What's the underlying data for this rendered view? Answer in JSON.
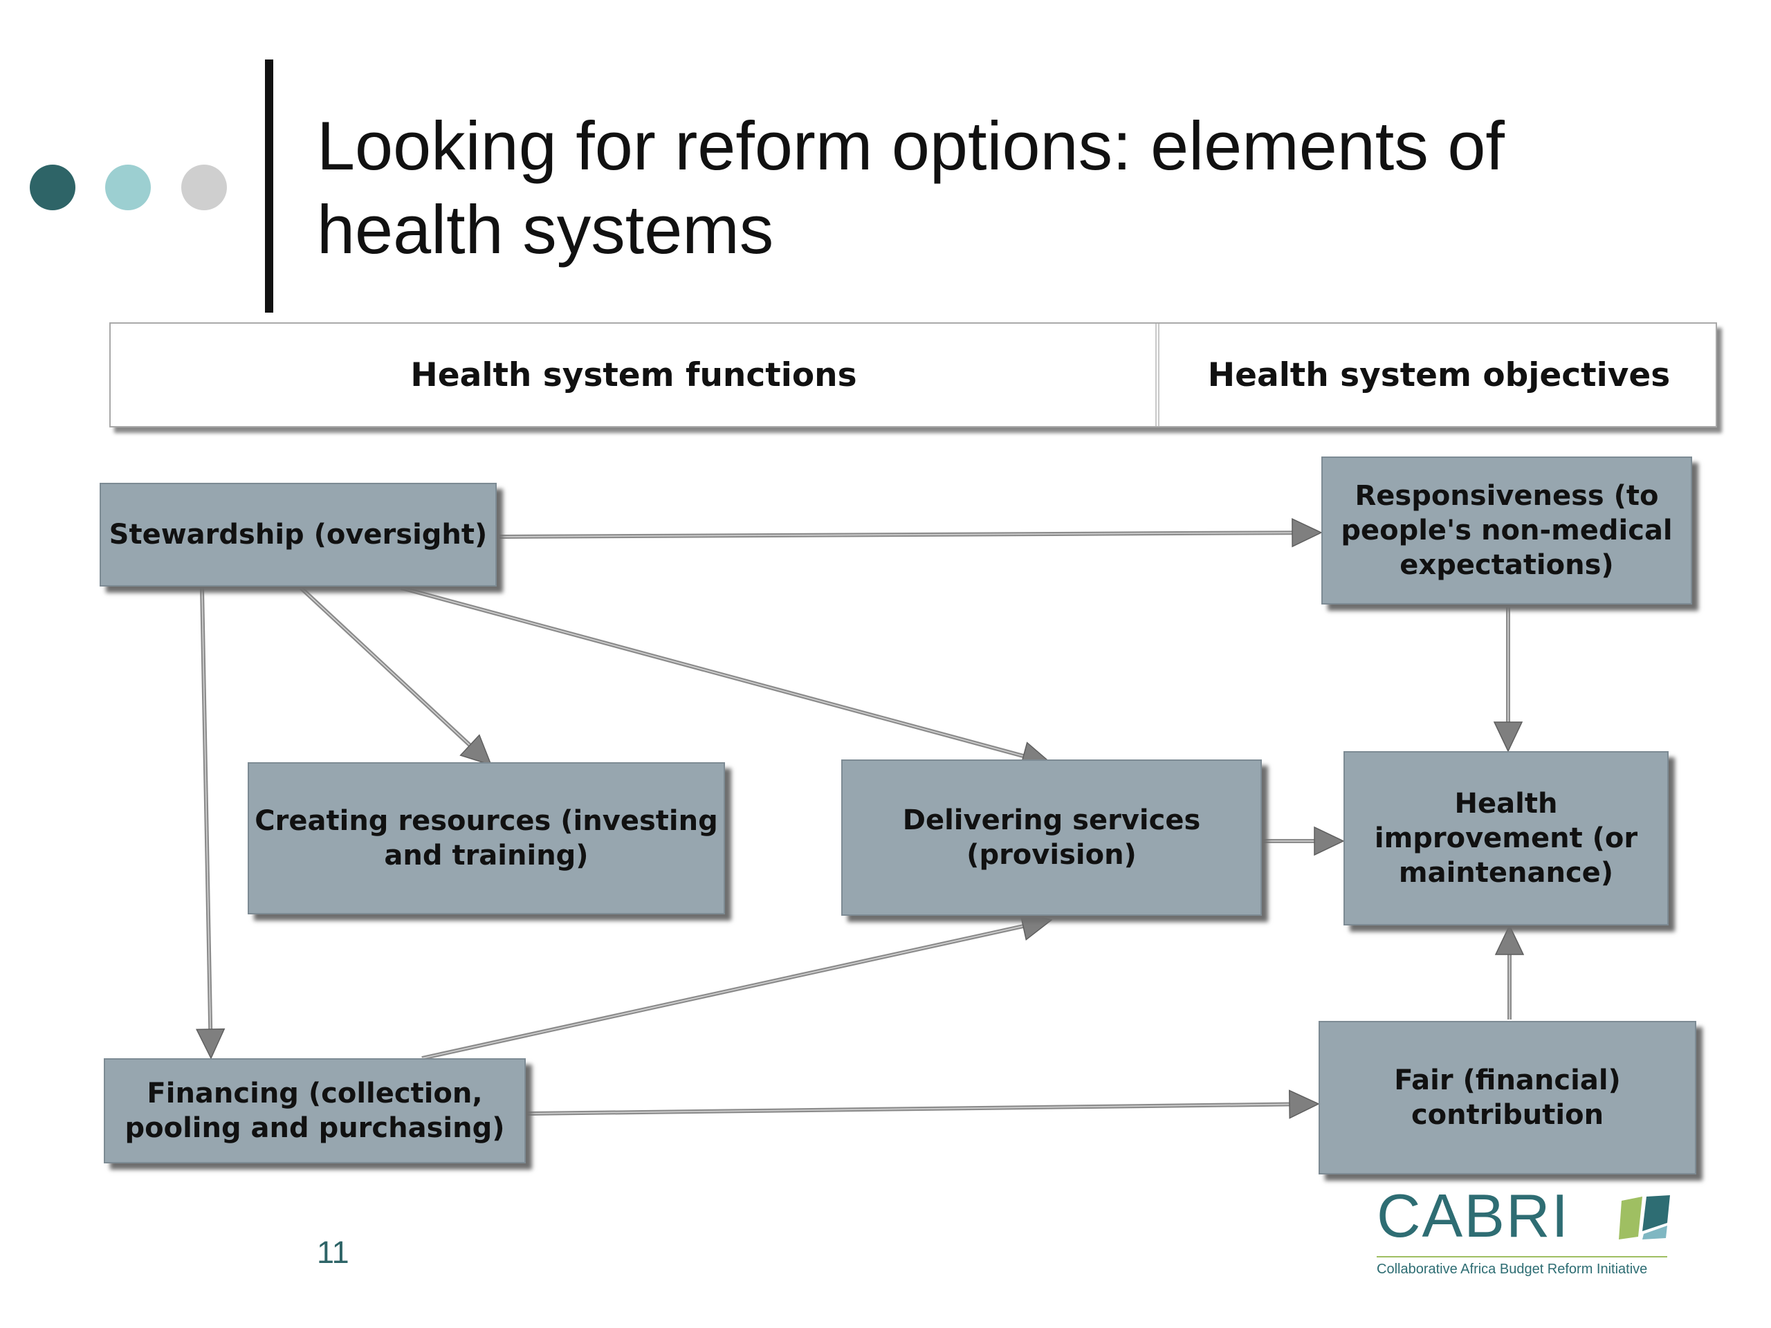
{
  "slide": {
    "title": "Looking for reform options: elements of health systems",
    "page_number": "11"
  },
  "header": {
    "functions_label": "Health system functions",
    "objectives_label": "Health system objectives"
  },
  "nodes": {
    "stewardship": "Stewardship (oversight)",
    "creating_resources": "Creating resources (investing and training)",
    "delivering_services": "Delivering services (provision)",
    "financing": "Financing (collection, pooling and purchasing)",
    "responsiveness": "Responsiveness (to people's non-medical expectations)",
    "health_improvement": "Health improvement (or maintenance)",
    "fair_contribution": "Fair (financial) contribution"
  },
  "edges": [
    {
      "from": "stewardship",
      "to": "responsiveness"
    },
    {
      "from": "stewardship",
      "to": "creating_resources"
    },
    {
      "from": "stewardship",
      "to": "delivering_services"
    },
    {
      "from": "stewardship",
      "to": "financing"
    },
    {
      "from": "financing",
      "to": "delivering_services"
    },
    {
      "from": "financing",
      "to": "fair_contribution"
    },
    {
      "from": "delivering_services",
      "to": "health_improvement"
    },
    {
      "from": "responsiveness",
      "to": "health_improvement"
    },
    {
      "from": "fair_contribution",
      "to": "health_improvement"
    }
  ],
  "logo": {
    "name": "CABRI",
    "tagline": "Collaborative Africa Budget Reform Initiative"
  },
  "colors": {
    "node_fill": "#97a6af",
    "arrow": "#8c8c8c",
    "accent_dark": "#2e6467",
    "accent_light": "#9ccfd1",
    "logo_green": "#9fbf62"
  }
}
